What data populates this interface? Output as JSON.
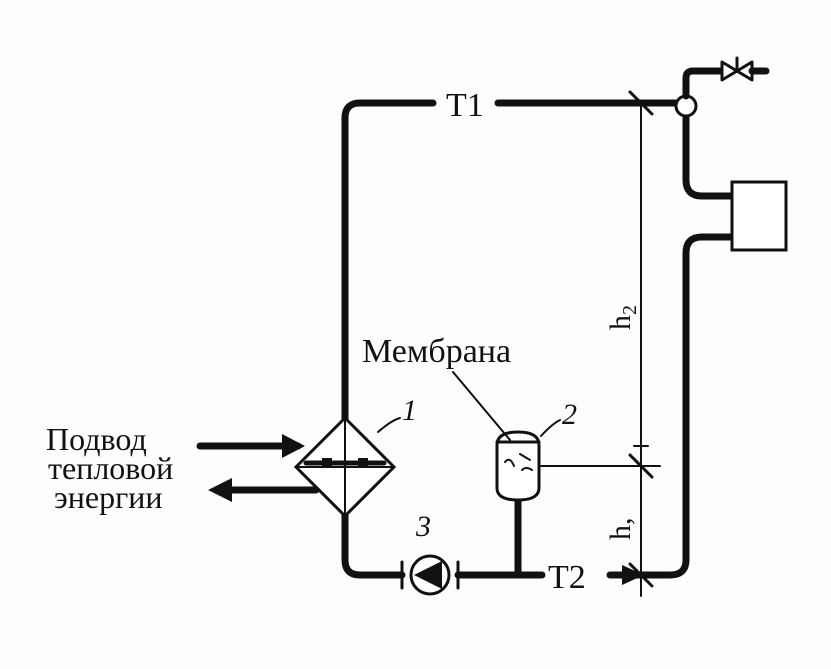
{
  "labels": {
    "t1": "T1",
    "t2": "T2",
    "membrane": "Мембрана",
    "h2": "h",
    "h2_sub": "2",
    "h1": "h,",
    "heat_supply_line1": "Подвод",
    "heat_supply_line2": "тепловой",
    "heat_supply_line3": "энергии"
  },
  "component_numbers": {
    "heat_exchanger": "1",
    "expansion_tank": "2",
    "pump": "3"
  }
}
